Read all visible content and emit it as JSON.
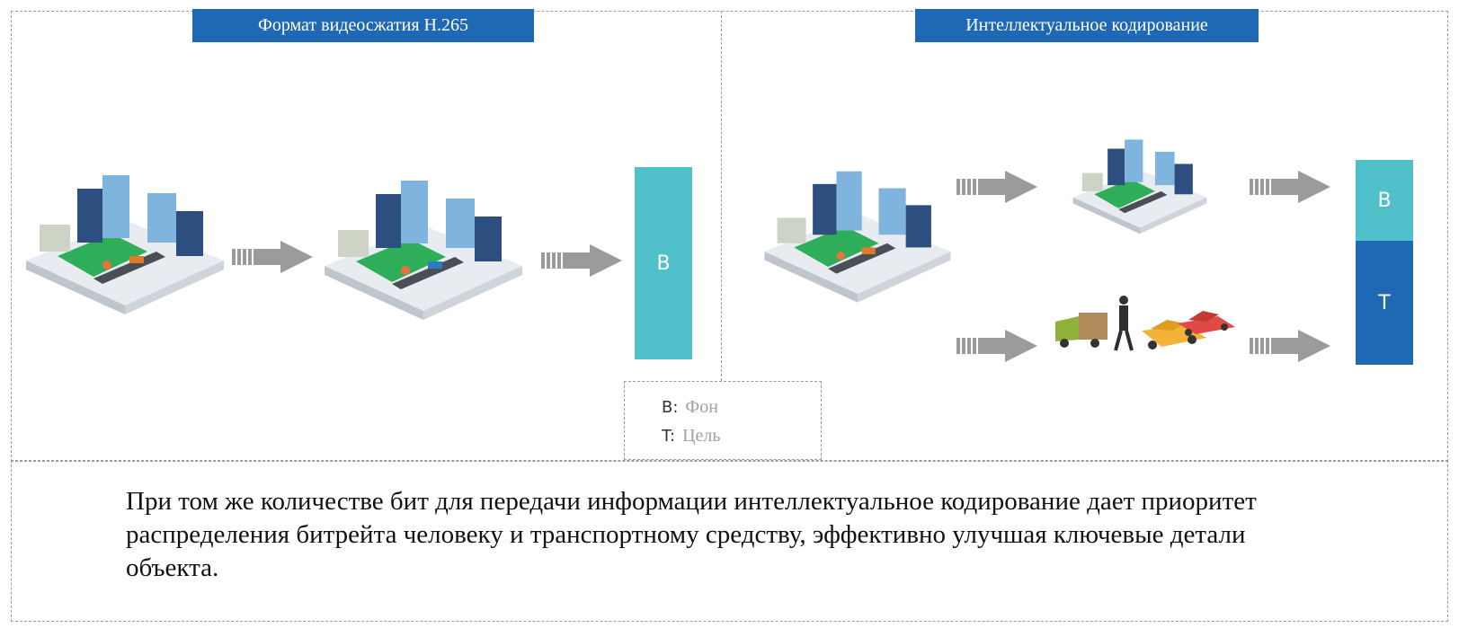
{
  "headers": {
    "left": "Формат видеосжатия H.265",
    "right": "Интеллектуальное кодирование"
  },
  "blocks": {
    "left_b": "B",
    "right_b": "B",
    "right_t": "T"
  },
  "legend": {
    "b_key": "B:",
    "b_value": "Фон",
    "t_key": "T:",
    "t_value": "Цель"
  },
  "caption": "При том же количестве бит для передачи информации интеллектуальное кодирование дает приоритет распределения битрейта человеку и транспортному средству, эффективно улучшая ключевые детали объекта.",
  "colors": {
    "header": "#1f68b3",
    "background_block": "#4fc0c9",
    "target_block": "#1f68b3",
    "arrow": "#9b9b9b",
    "grass": "#2fae5a",
    "building_dark": "#2d4f7f",
    "building_light": "#7fb4df"
  }
}
